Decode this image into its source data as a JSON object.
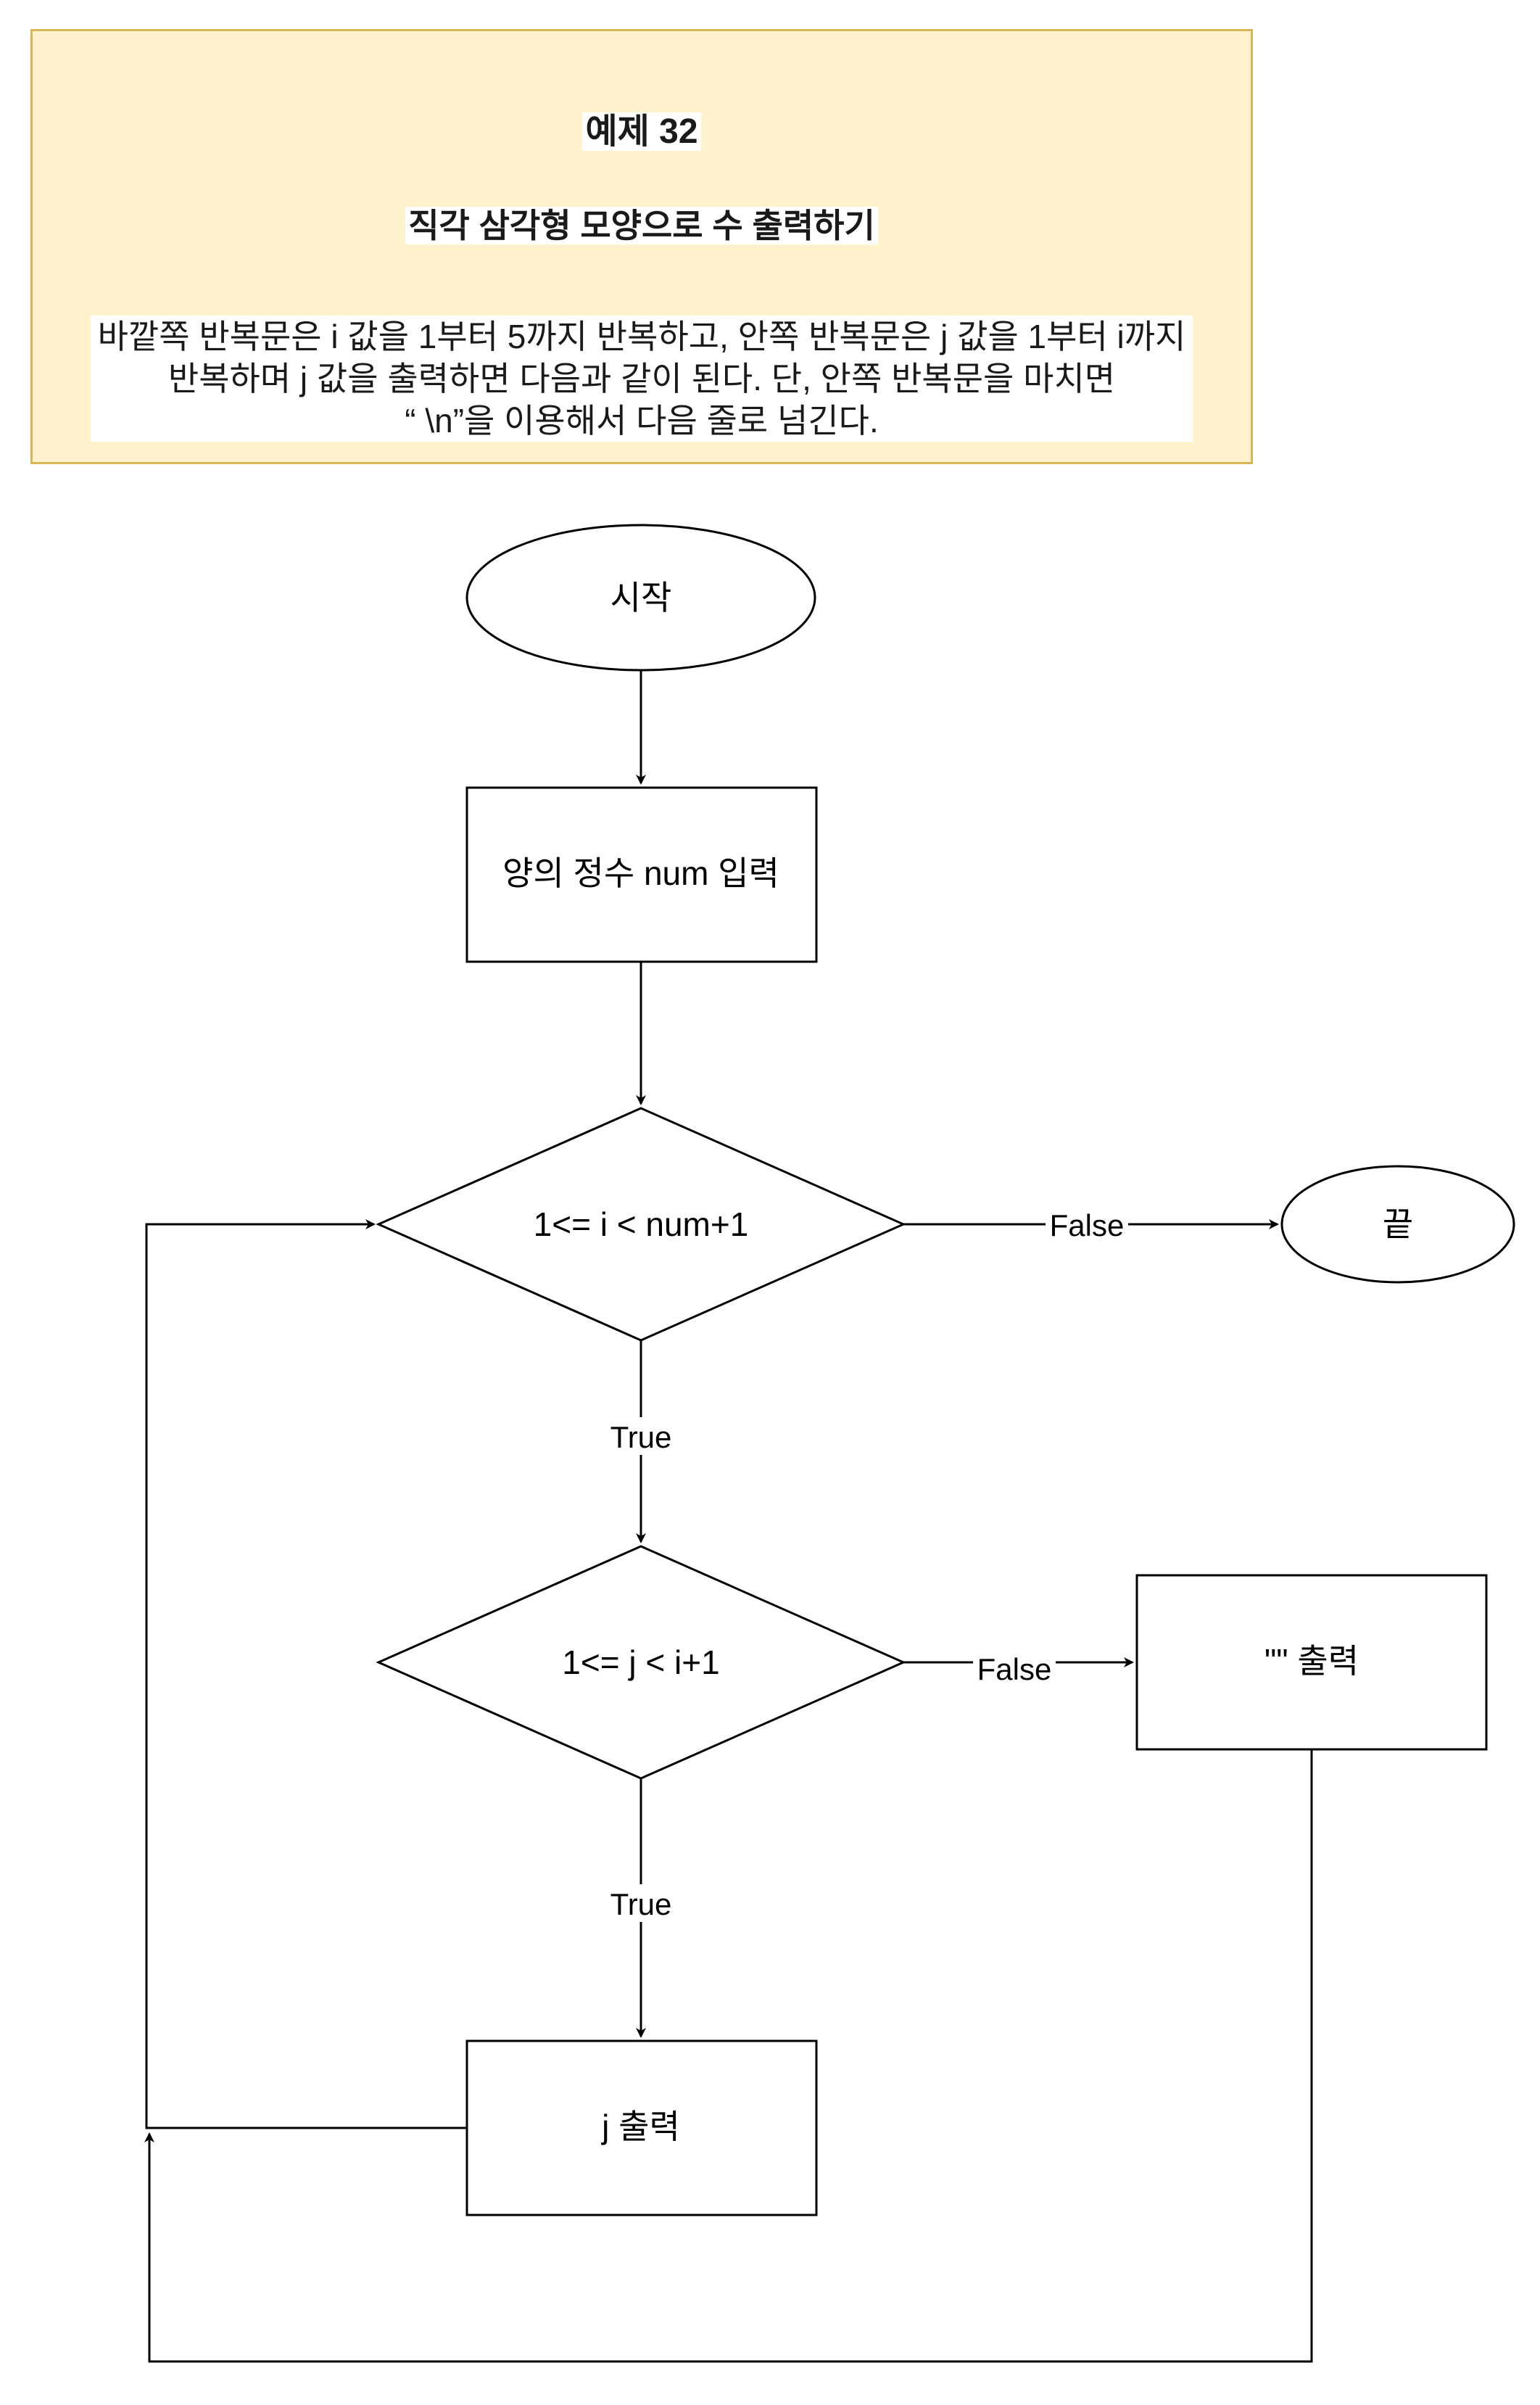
{
  "header": {
    "title": "예제 32",
    "subtitle": "직각 삼각형 모양으로 수 출력하기",
    "description_lines": [
      "바깥쪽 반복문은 i 값을 1부터 5까지 반복하고, 안쪽 반복문은 j 값을 1부터 i까지",
      "반복하며 j 값을 출력하면 다음과 같이 된다. 단, 안쪽 반복문을 마치면",
      "“ \\n”을 이용해서 다음 줄로 넘긴다."
    ]
  },
  "flowchart": {
    "start": "시작",
    "input": "양의 정수 num 입력",
    "outer_condition": "1<= i < num+1",
    "end": "끝",
    "inner_condition": "1<= j < i+1",
    "newline_output": "\"\" 출력",
    "j_output": "j 출력",
    "edge_labels": {
      "outer_false": "False",
      "outer_true": "True",
      "inner_false": "False",
      "inner_true": "True"
    }
  },
  "colors": {
    "header_fill": "#fff2cc",
    "header_border": "#d6b656",
    "stroke": "#000000"
  }
}
